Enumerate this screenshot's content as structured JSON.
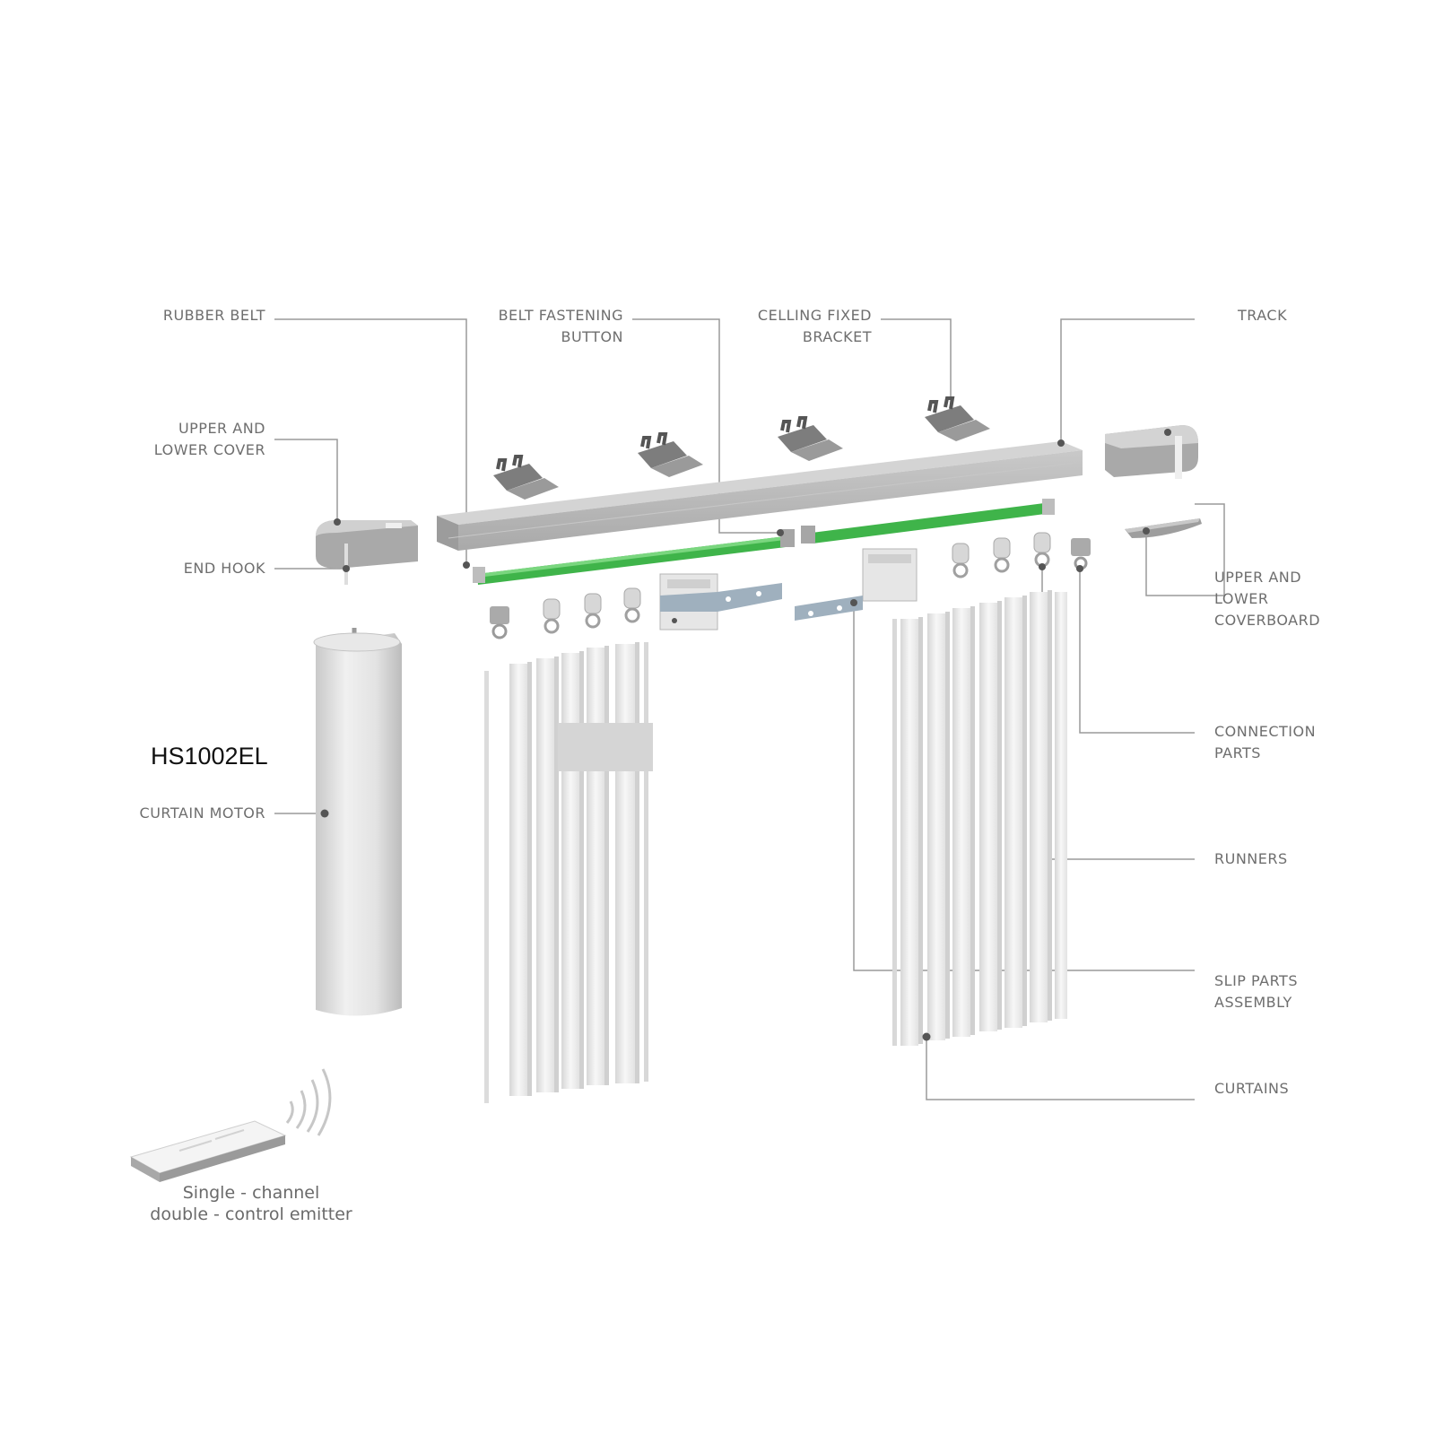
{
  "model": "HS1002EL",
  "labels": {
    "rubber_belt": "RUBBER BELT",
    "belt_fastening_button": [
      "BELT FASTENING",
      "BUTTON"
    ],
    "ceiling_fixed_bracket": [
      "CELLING FIXED",
      "BRACKET"
    ],
    "track": "TRACK",
    "upper_lower_cover": [
      "UPPER AND",
      "LOWER COVER"
    ],
    "end_hook": "END HOOK",
    "curtain_motor": "CURTAIN MOTOR",
    "upper_lower_coverboard": [
      "UPPER AND",
      "LOWER",
      "COVERBOARD"
    ],
    "connection_parts": [
      "CONNECTION",
      "PARTS"
    ],
    "runners": "RUNNERS",
    "slip_parts_assembly": [
      "SLIP PARTS",
      "ASSEMBLY"
    ],
    "curtains": "CURTAINS"
  },
  "emitter": [
    "Single - channel",
    "double - control emitter"
  ],
  "colors": {
    "belt": "#3fb44a",
    "track": "#b9b9b9",
    "leader": "#9a9a9a",
    "label": "#6e6e6e"
  }
}
